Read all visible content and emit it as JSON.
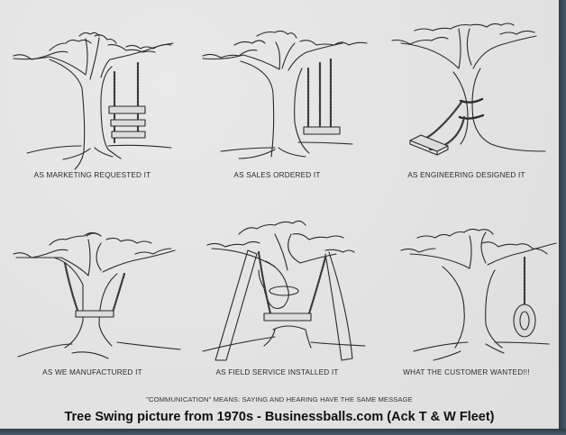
{
  "panels": [
    {
      "id": "marketing",
      "caption": "AS MARKETING REQUESTED IT"
    },
    {
      "id": "sales",
      "caption": "AS SALES ORDERED IT"
    },
    {
      "id": "engineering",
      "caption": "AS ENGINEERING DESIGNED IT"
    },
    {
      "id": "manufacturing",
      "caption": "AS WE MANUFACTURED IT"
    },
    {
      "id": "field-service",
      "caption": "AS FIELD SERVICE INSTALLED IT"
    },
    {
      "id": "customer",
      "caption": "WHAT THE CUSTOMER WANTED!!!"
    }
  ],
  "motto": "\"COMMUNICATION\" MEANS:  SAYING AND HEARING HAVE THE SAME MESSAGE",
  "footer": "Tree Swing picture from 1970s - Businessballs.com (Ack T & W Fleet)"
}
